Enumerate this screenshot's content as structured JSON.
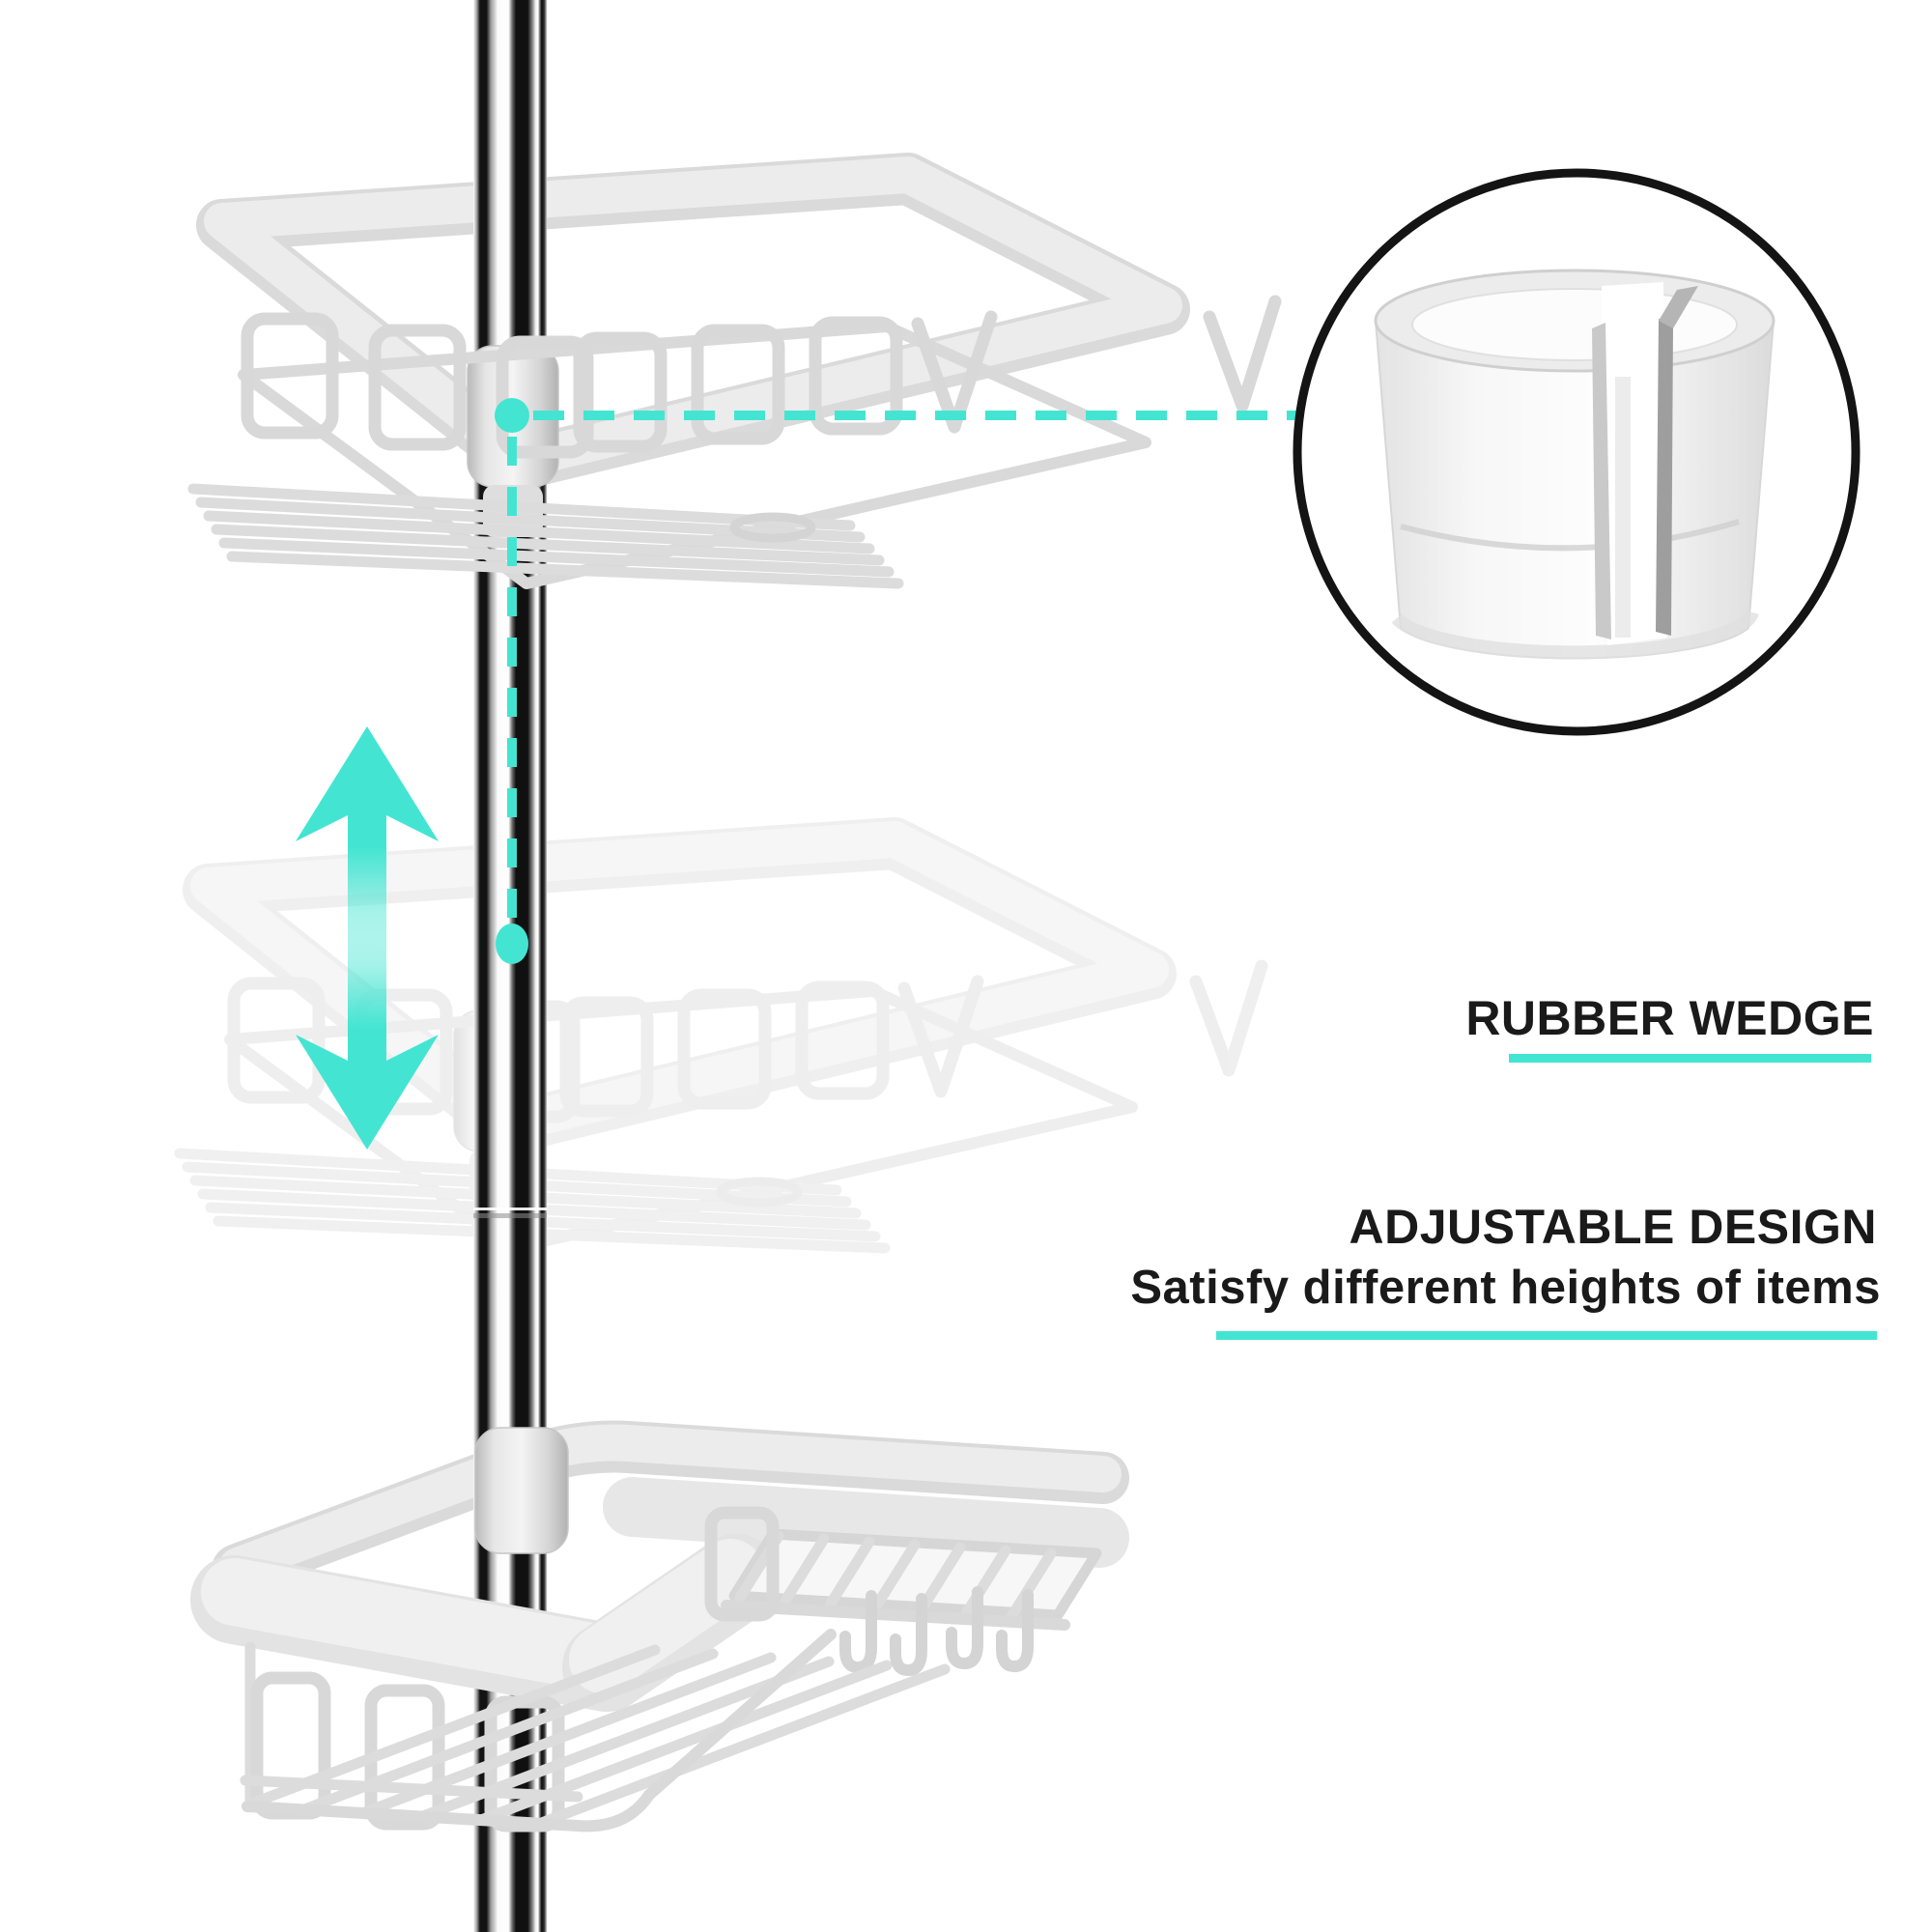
{
  "labels": {
    "rubber_wedge": "RUBBER WEDGE",
    "adjustable_title": "ADJUSTABLE DESIGN",
    "adjustable_subtitle": "Satisfy different heights of items"
  },
  "illustration": {
    "subject": "three-tier corner shower caddy on tension pole",
    "detail_circle": "rubber wedge close-up",
    "arrow_meaning": "shelf moves up and down"
  },
  "icons": {
    "up_down_arrow": "double-vertical-arrow",
    "detail_circle": "magnifier-callout-circle",
    "dashed_connector": "leader-line"
  },
  "colors": {
    "accent": "#43E5D2",
    "ink": "#1A1A1A",
    "shelf_gray": "#DADADA",
    "wire_gray": "#D8D8D8",
    "pole_dark": "#111111"
  }
}
